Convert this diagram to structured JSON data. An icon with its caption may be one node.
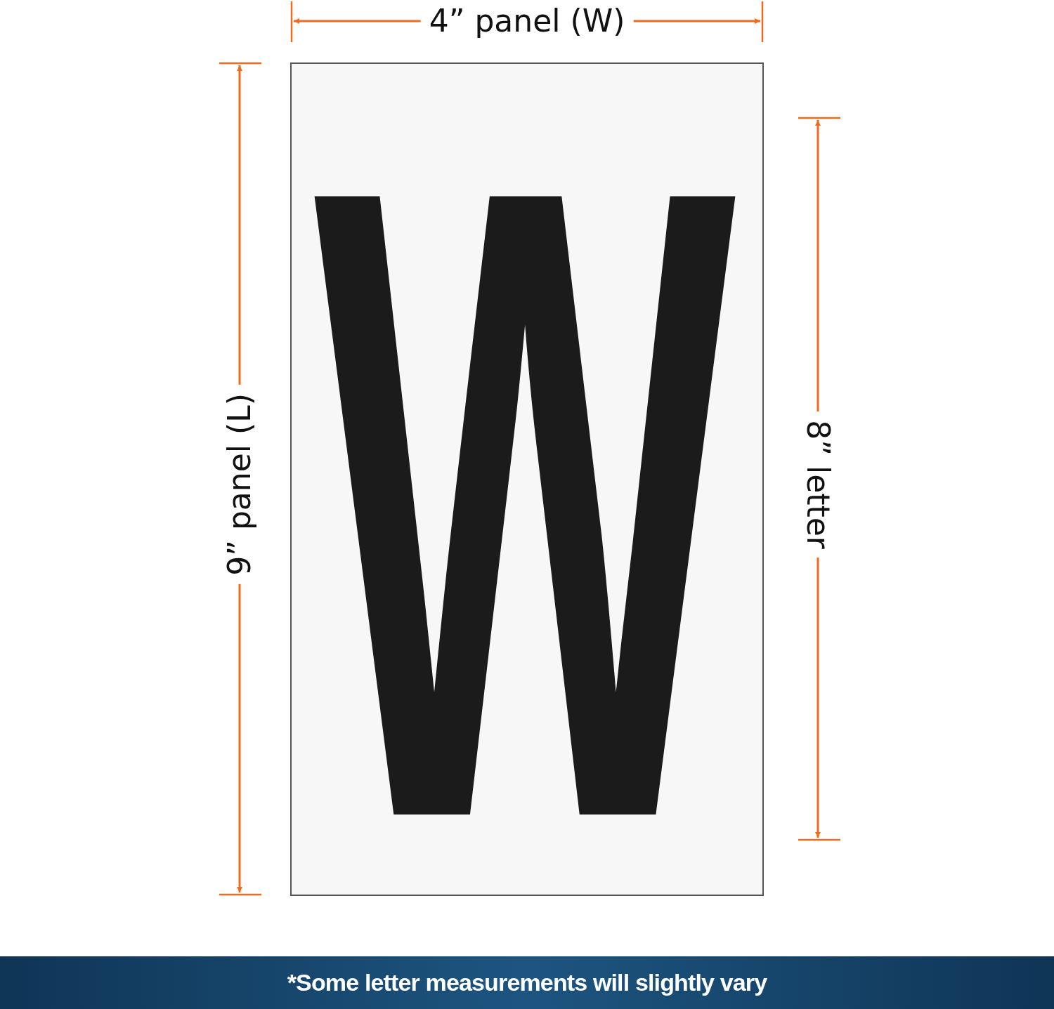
{
  "diagram": {
    "nodes": [
      {
        "text": [
          "W"
        ]
      }
    ],
    "labels": [
      "4” panel (W)",
      "9” panel (L)",
      "8” letter",
      "*Some letter measurements will slightly vary"
    ]
  }
}
